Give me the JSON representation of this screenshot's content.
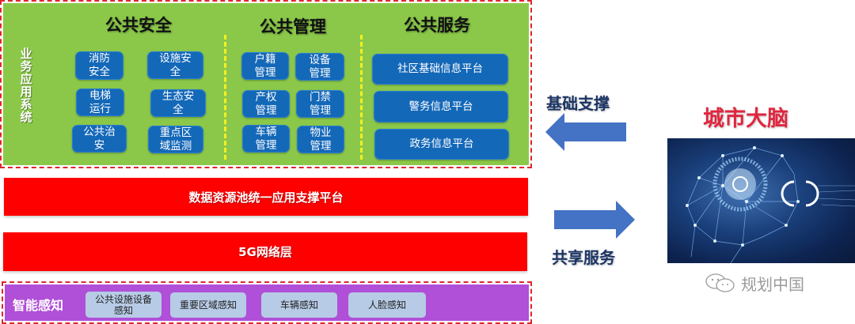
{
  "business_apps": {
    "side_label": "业务应用系统",
    "sections": [
      {
        "title": "公共安全",
        "items": [
          "消防安全",
          "设施安全",
          "电梯运行",
          "生态安全",
          "公共治安",
          "重点区域监测"
        ]
      },
      {
        "title": "公共管理",
        "items": [
          "户籍管理",
          "设备管理",
          "产权管理",
          "门禁管理",
          "车辆管理",
          "物业管理"
        ]
      },
      {
        "title": "公共服务",
        "items": [
          "社区基础信息平台",
          "警务信息平台",
          "政务信息平台"
        ]
      }
    ]
  },
  "layers": {
    "data_platform": "数据资源池统一应用支撑平台",
    "network": "5G网络层"
  },
  "perception": {
    "label": "智能感知",
    "items": [
      "公共设施设备感知",
      "重要区域感知",
      "车辆感知",
      "人脸感知"
    ]
  },
  "arrows": {
    "left_label": "基础支撑",
    "right_label": "共享服务"
  },
  "city_brain": {
    "title": "城市大脑",
    "image_alt": "brain-network-illustration"
  },
  "watermark": {
    "text": "规划中国"
  },
  "colors": {
    "green_panel": "#8bc84a",
    "tile_blue": "#1468b8",
    "red_bar": "#fe0000",
    "purple_panel": "#b04fd8",
    "arrow_blue": "#4472c4",
    "brain_title_red": "#e0263f"
  }
}
